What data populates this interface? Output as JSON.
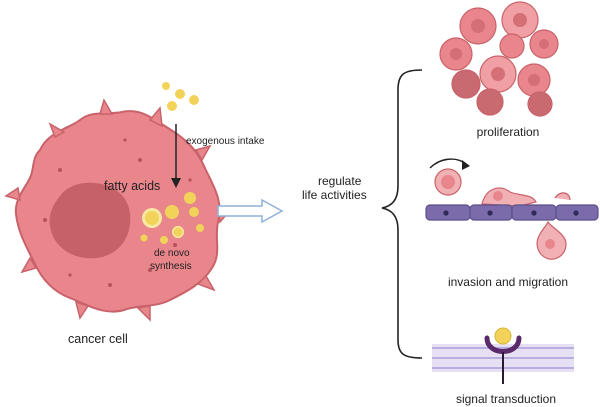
{
  "labels": {
    "exogenous_intake": "exogenous intake",
    "fatty_acids": "fatty acids",
    "de_novo_line1": "de novo",
    "de_novo_line2": "synthesis",
    "cancer_cell": "cancer cell",
    "regulate_line1": "regulate",
    "regulate_line2": "life activities",
    "proliferation": "proliferation",
    "invasion_migration": "invasion and migration",
    "signal_transduction": "signal transduction"
  },
  "colors": {
    "cell_body": "#e8868c",
    "cell_edge": "#c9626a",
    "nucleus": "#c05e64",
    "lipid": "#f2d35a",
    "lipid_glow": "#f6e8a0",
    "arrow_outline": "#8fb1d8",
    "membrane": "#7b6bab",
    "membrane_band": "#d9d0ee",
    "receptor": "#5b2a6b"
  }
}
